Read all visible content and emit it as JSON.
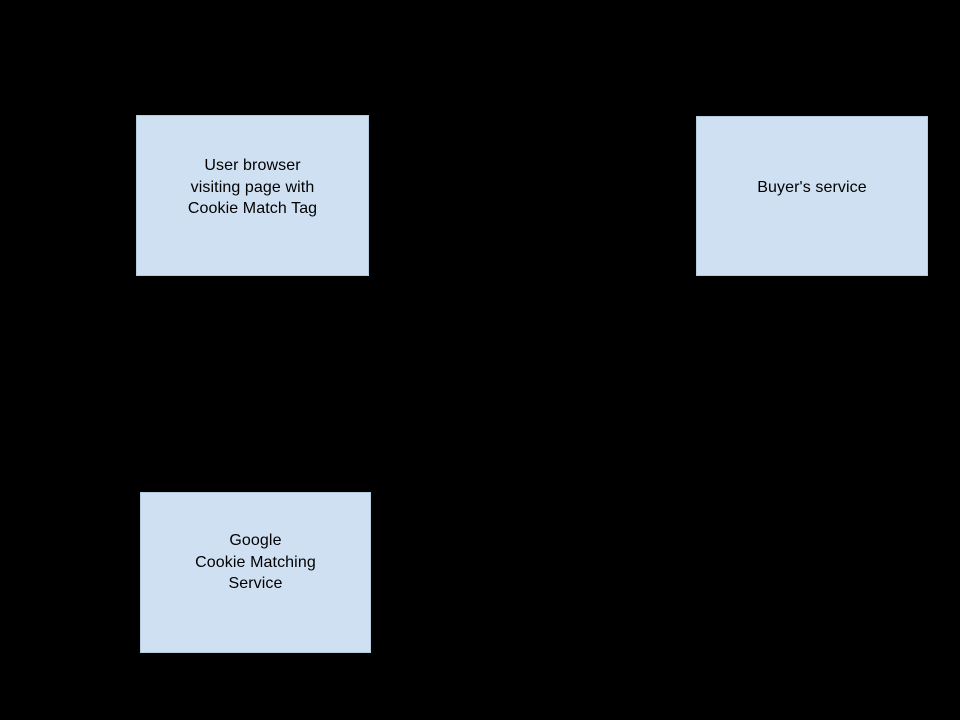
{
  "diagram": {
    "background_color": "#000000",
    "node_fill_color": "#cfe0f2",
    "node_border_color": "#b4ccdf",
    "node_text_color": "#000000",
    "nodes": [
      {
        "id": "user-browser",
        "label": "User browser\nvisiting page with\nCookie Match Tag"
      },
      {
        "id": "buyers-service",
        "label": "Buyer's service"
      },
      {
        "id": "google-cookie-matching",
        "label": "Google\nCookie Matching\nService"
      }
    ]
  }
}
